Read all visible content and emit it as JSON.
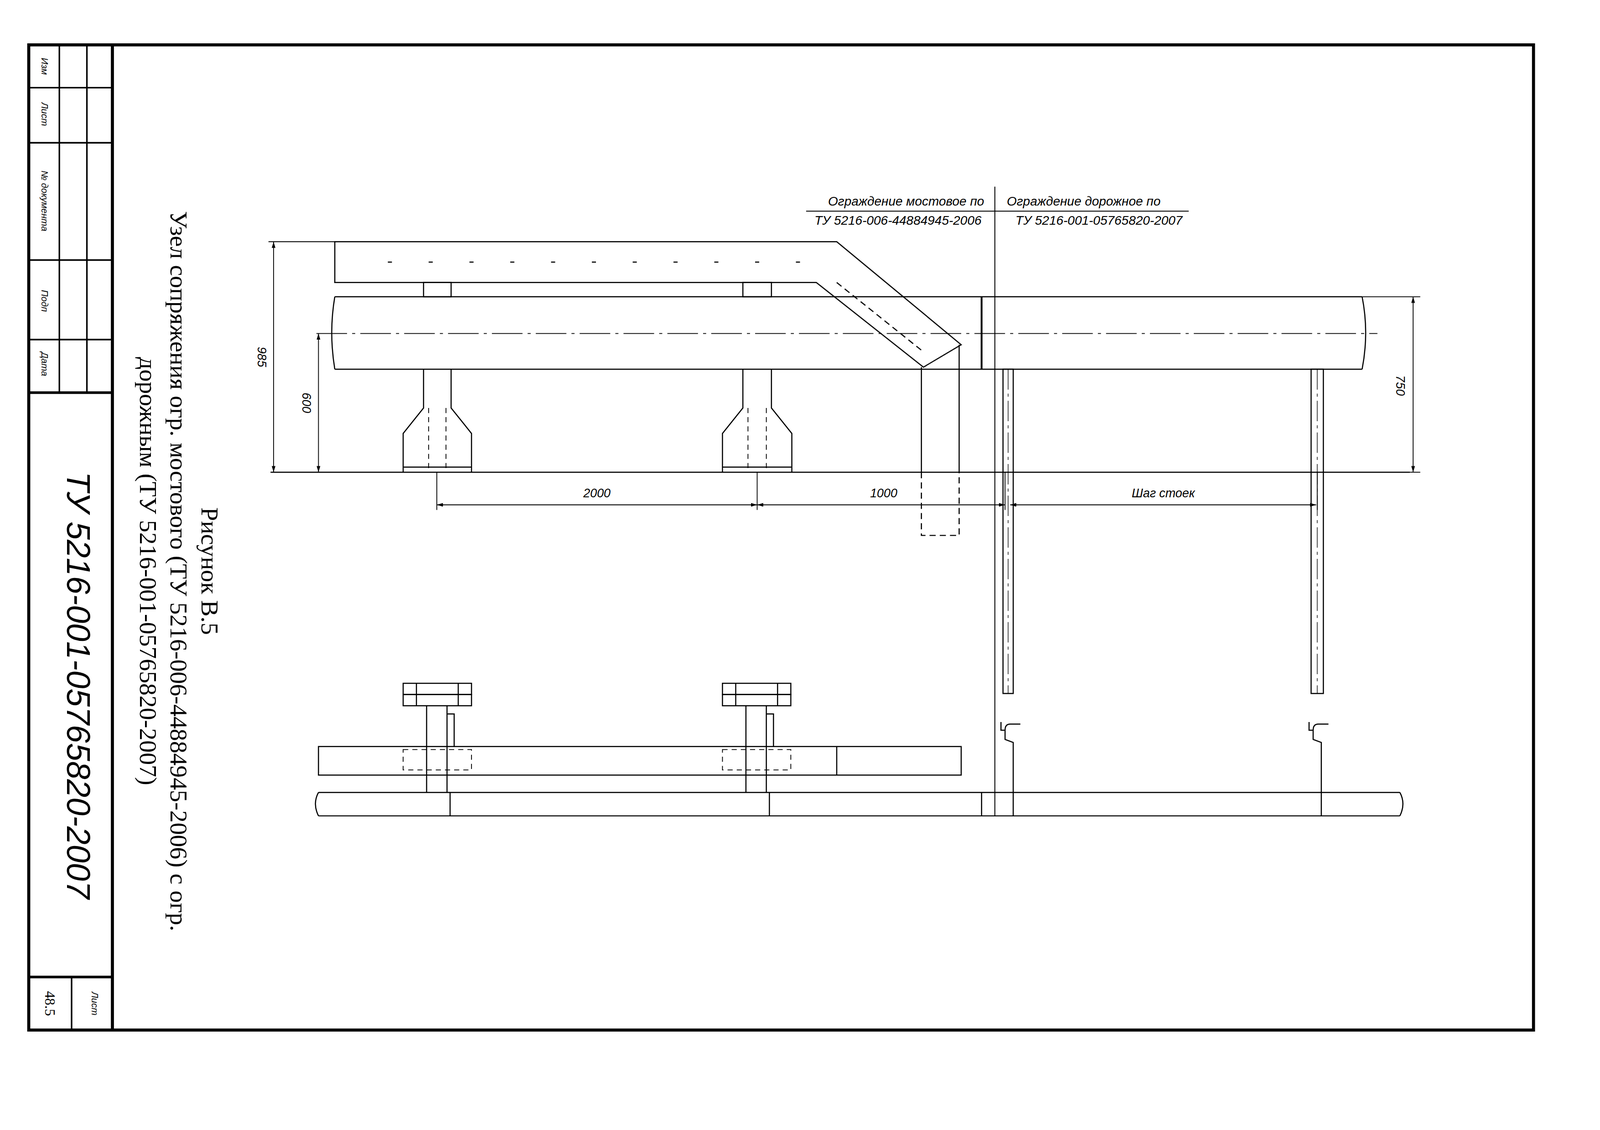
{
  "diagram": {
    "title": "Рисунок В.5",
    "caption": "Узел сопряжения огр. мостового (ТУ 5216-006-44884945-2006) с огр. дорожным (ТУ 5216-001-05765820-2007)",
    "labels": [
      "Изм",
      "Лист",
      "№ документа",
      "Подп",
      "Дата",
      "ТУ 5216-001-05765820-2007",
      "Лист",
      "48.5",
      "Ограждение мостовое по",
      "ТУ 5216-006-44884945-2006",
      "Ограждение дорожное по",
      "ТУ 5216-001-05765820-2007",
      "985",
      "600",
      "750",
      "2000",
      "1000",
      "Шаг стоек"
    ]
  }
}
